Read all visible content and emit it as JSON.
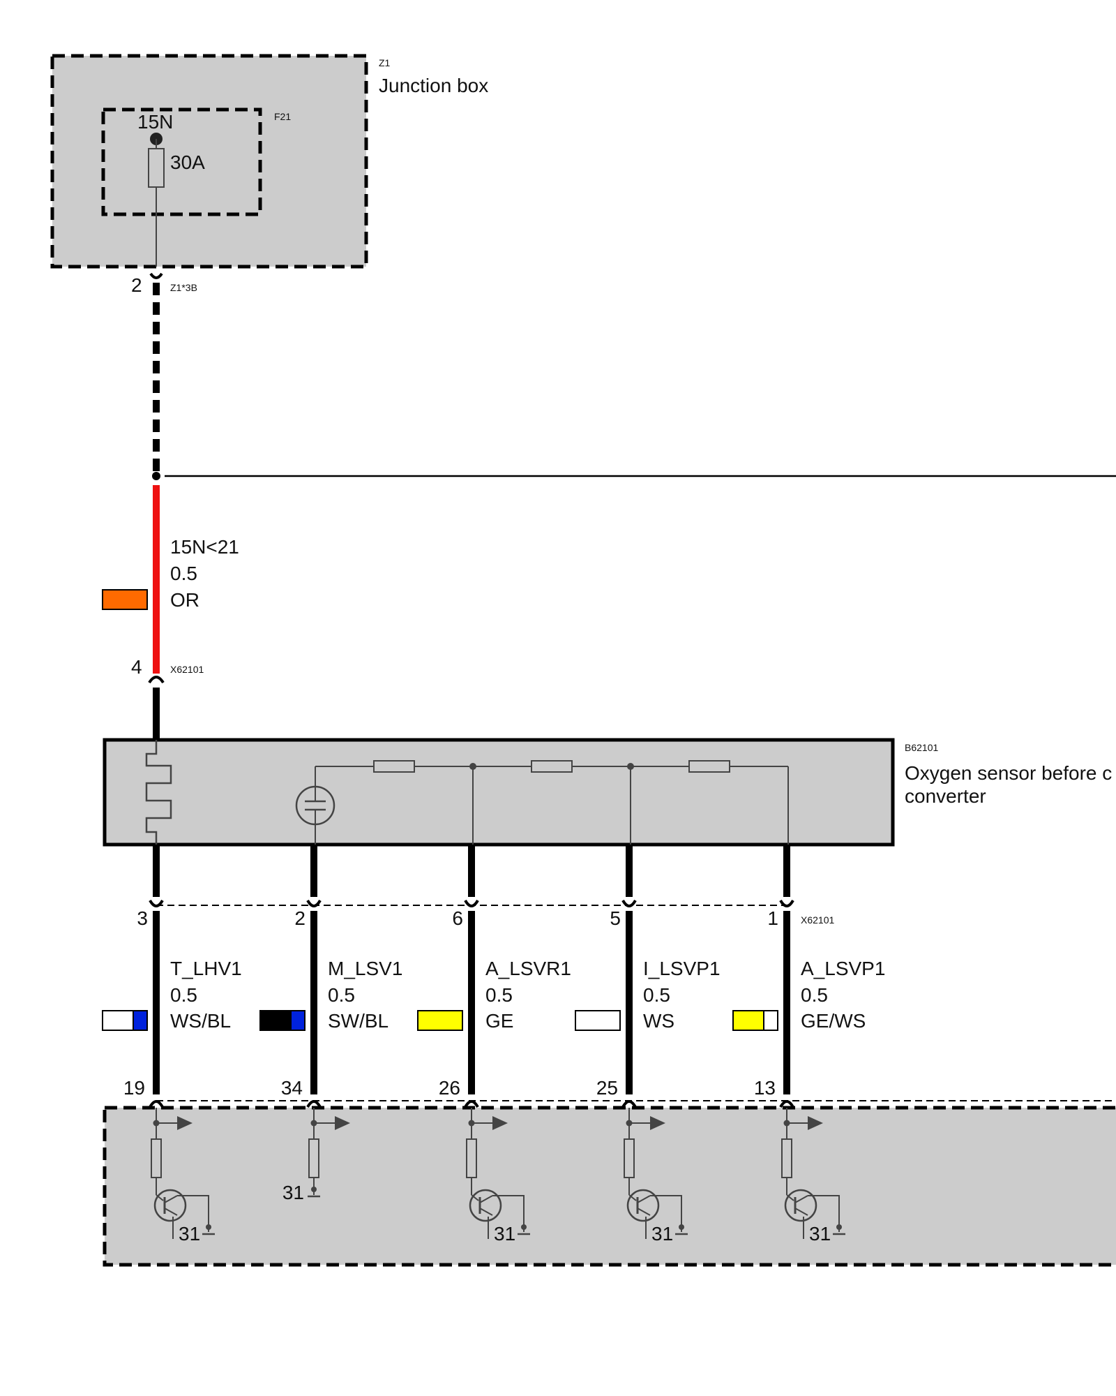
{
  "junction_box": {
    "id": "Z1",
    "name": "Junction box",
    "fuse": {
      "id": "F21",
      "terminal": "15N",
      "rating": "30A"
    },
    "output_pin": "2",
    "output_connector": "Z1*3B"
  },
  "supply_wire": {
    "signal": "15N<21",
    "gauge": "0.5",
    "color_code": "OR",
    "swatch": [
      "#ff6a00"
    ],
    "line_color": "#ee1111",
    "pin": "4",
    "connector": "X62101"
  },
  "sensor": {
    "id": "B62101",
    "name_line1": "Oxygen sensor before c",
    "name_line2": "converter"
  },
  "sensor_connector": "X62101",
  "wires": [
    {
      "pin_top": "3",
      "signal": "T_LHV1",
      "gauge": "0.5",
      "color_code": "WS/BL",
      "swatch": [
        "#ffffff",
        "#0022dd"
      ],
      "pin_bottom": "19"
    },
    {
      "pin_top": "2",
      "signal": "M_LSV1",
      "gauge": "0.5",
      "color_code": "SW/BL",
      "swatch": [
        "#000000",
        "#0022dd"
      ],
      "pin_bottom": "34"
    },
    {
      "pin_top": "6",
      "signal": "A_LSVR1",
      "gauge": "0.5",
      "color_code": "GE",
      "swatch": [
        "#ffff00"
      ],
      "pin_bottom": "26"
    },
    {
      "pin_top": "5",
      "signal": "I_LSVP1",
      "gauge": "0.5",
      "color_code": "WS",
      "swatch": [
        "#ffffff"
      ],
      "pin_bottom": "25"
    },
    {
      "pin_top": "1",
      "signal": "A_LSVP1",
      "gauge": "0.5",
      "color_code": "GE/WS",
      "swatch": [
        "#ffff00",
        "#ffffff"
      ],
      "pin_bottom": "13"
    }
  ],
  "ground_label": "31",
  "colors": {
    "box_fill": "#cccccc",
    "wire": "#000000"
  }
}
